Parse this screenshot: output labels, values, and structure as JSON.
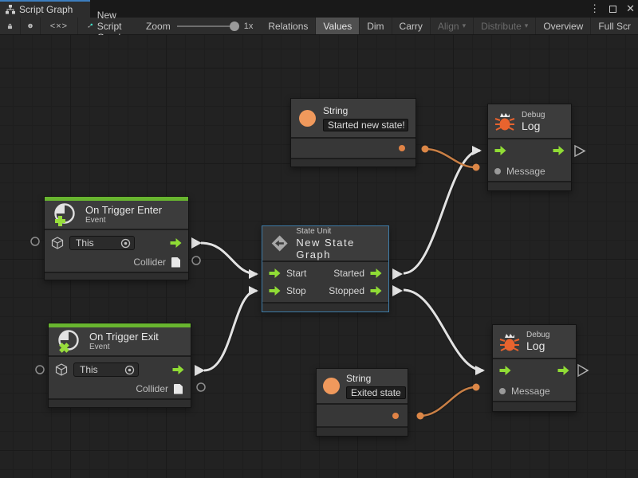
{
  "window": {
    "tab_title": "Script Graph"
  },
  "icons": {
    "menu_glyph": "⋮",
    "close_glyph": "✕",
    "code_glyph": "<×>",
    "caret_glyph": "▾"
  },
  "toolbar": {
    "graph_name": "New Script Graph",
    "zoom_label": "Zoom",
    "zoom_value": "1x",
    "buttons": [
      {
        "label": "Relations",
        "active": false,
        "enabled": true
      },
      {
        "label": "Values",
        "active": true,
        "enabled": true
      },
      {
        "label": "Dim",
        "active": false,
        "enabled": true
      },
      {
        "label": "Carry",
        "active": false,
        "enabled": true
      },
      {
        "label": "Align",
        "active": false,
        "enabled": false,
        "dropdown": true
      },
      {
        "label": "Distribute",
        "active": false,
        "enabled": false,
        "dropdown": true
      },
      {
        "label": "Overview",
        "active": false,
        "enabled": true
      },
      {
        "label": "Full Scr",
        "active": false,
        "enabled": true
      }
    ]
  },
  "nodes": {
    "string_top": {
      "title": "String",
      "value": "Started new state!"
    },
    "debug_top": {
      "kicker": "Debug",
      "title": "Log",
      "input_label": "Message"
    },
    "trigger_enter": {
      "title": "On Trigger Enter",
      "subtitle": "Event",
      "target_value": "This",
      "output_label": "Collider"
    },
    "state": {
      "kicker": "State Unit",
      "title": "New State Graph",
      "in1": "Start",
      "in2": "Stop",
      "out1": "Started",
      "out2": "Stopped"
    },
    "trigger_exit": {
      "title": "On Trigger Exit",
      "subtitle": "Event",
      "target_value": "This",
      "output_label": "Collider"
    },
    "string_bottom": {
      "title": "String",
      "value": "Exited state"
    },
    "debug_bottom": {
      "kicker": "Debug",
      "title": "Log",
      "input_label": "Message"
    }
  },
  "colors": {
    "flow_green": "#90dc35",
    "event_bar_green": "#68b52f",
    "value_orange": "#e08346",
    "wire_orange": "#c97f45",
    "wire_white": "#e2e2e2",
    "selection_blue": "#3e7ca8",
    "tab_accent_blue": "#3c7dbe"
  }
}
